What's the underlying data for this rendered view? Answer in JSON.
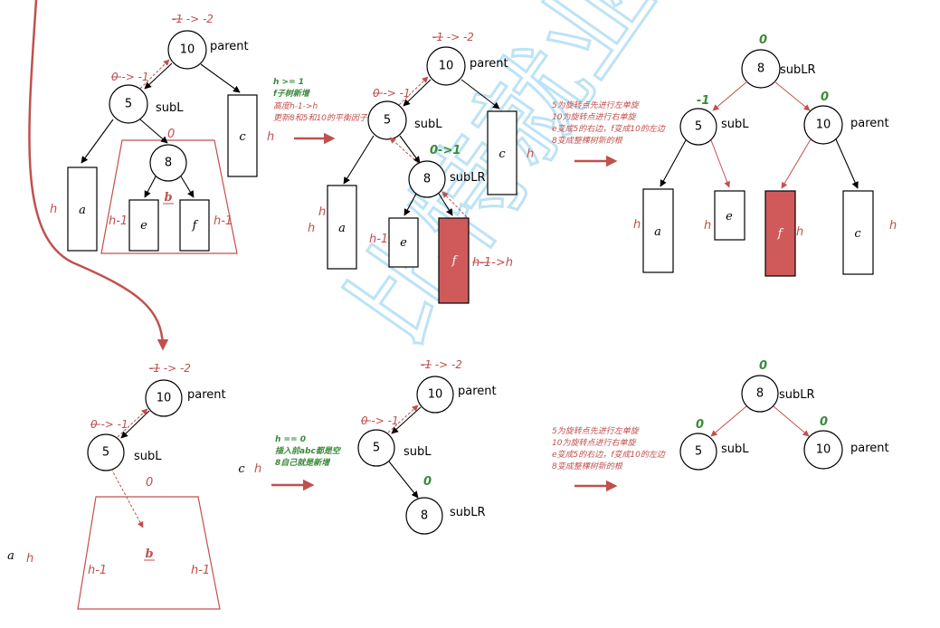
{
  "labels": {
    "parent": "parent",
    "subL": "subL",
    "subLR": "subLR",
    "a": "a",
    "b": "b",
    "c": "c",
    "e": "e",
    "f": "f",
    "h": "h",
    "h_minus_1": "h-1",
    "zero": "0",
    "bf_10": "-1 -> -2",
    "bf_5": "0 -> -1",
    "bf_8_green": "0->1",
    "bf_neg1": "-1",
    "f_height": "h-1->h",
    "watermark": "比特就业"
  },
  "nodes": {
    "n10": "10",
    "n5": "5",
    "n8": "8"
  },
  "notes": {
    "case1_line1": "h >= 1",
    "case1_line2": "f子树新增",
    "case1_line3": "高度h-1->h",
    "case1_line4": "更新8和5和10的平衡因子",
    "case2_line1": "h == 0",
    "case2_line2": "插入前abc都是空",
    "case2_line3": "8自己就是新增",
    "rot_line1": "5为旋转点先进行左单旋",
    "rot_line2": "10为旋转点进行右单旋",
    "rot_line3": "e变成5的右边，f变成10的左边",
    "rot_line4": "8变成整棵树新的根"
  },
  "colors": {
    "red": "#c0504d",
    "green": "#3a8a3a",
    "fill_red": "#d05a5a",
    "watermark": "#bde3f5"
  }
}
